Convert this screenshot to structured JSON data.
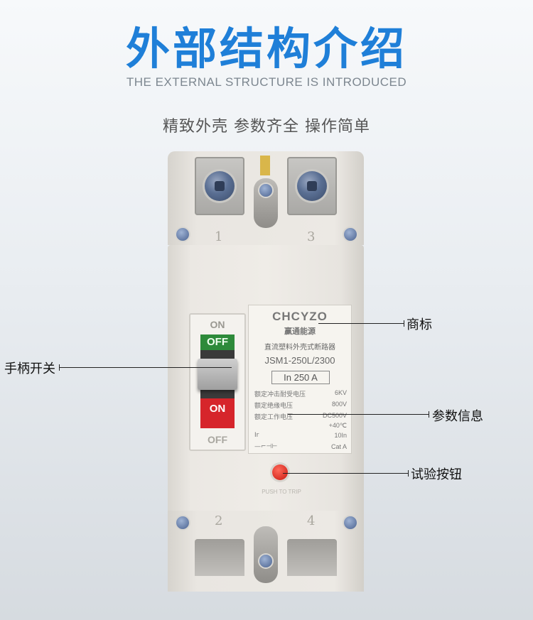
{
  "header": {
    "title": "外部结构介绍",
    "subtitle_en": "THE EXTERNAL STRUCTURE IS INTRODUCED",
    "subtitle_cn": "精致外壳 参数齐全 操作简单"
  },
  "callouts": {
    "trademark": "商标",
    "handle_switch": "手柄开关",
    "parameters": "参数信息",
    "test_button": "试验按钮"
  },
  "breaker": {
    "terminals_top": [
      "1",
      "3"
    ],
    "terminals_bottom": [
      "2",
      "4"
    ],
    "switch_on_top": "ON",
    "switch_off_green": "OFF",
    "switch_on_red": "ON",
    "switch_off_bottom": "OFF",
    "push_to_trip": "PUSH TO TRIP"
  },
  "nameplate": {
    "brand": "CHCYZO",
    "brand_cn": "赢通能源",
    "product": "直流塑料外壳式断路器",
    "model": "JSM1-250L/2300",
    "rating": "In 250 A",
    "specs": [
      {
        "key": "额定冲击耐受电压",
        "value": "6KV"
      },
      {
        "key": "额定绝缘电压",
        "value": "800V"
      },
      {
        "key": "额定工作电压",
        "value": "DC500V"
      },
      {
        "key": "",
        "value": "+40℃"
      },
      {
        "key": "Ir",
        "value": "10In"
      },
      {
        "key": "—⌐⊣⊢",
        "value": "Cat A"
      }
    ]
  },
  "colors": {
    "title_blue": "#1f7fd8",
    "green_off": "#2d8a3a",
    "red_on": "#d6252b"
  }
}
